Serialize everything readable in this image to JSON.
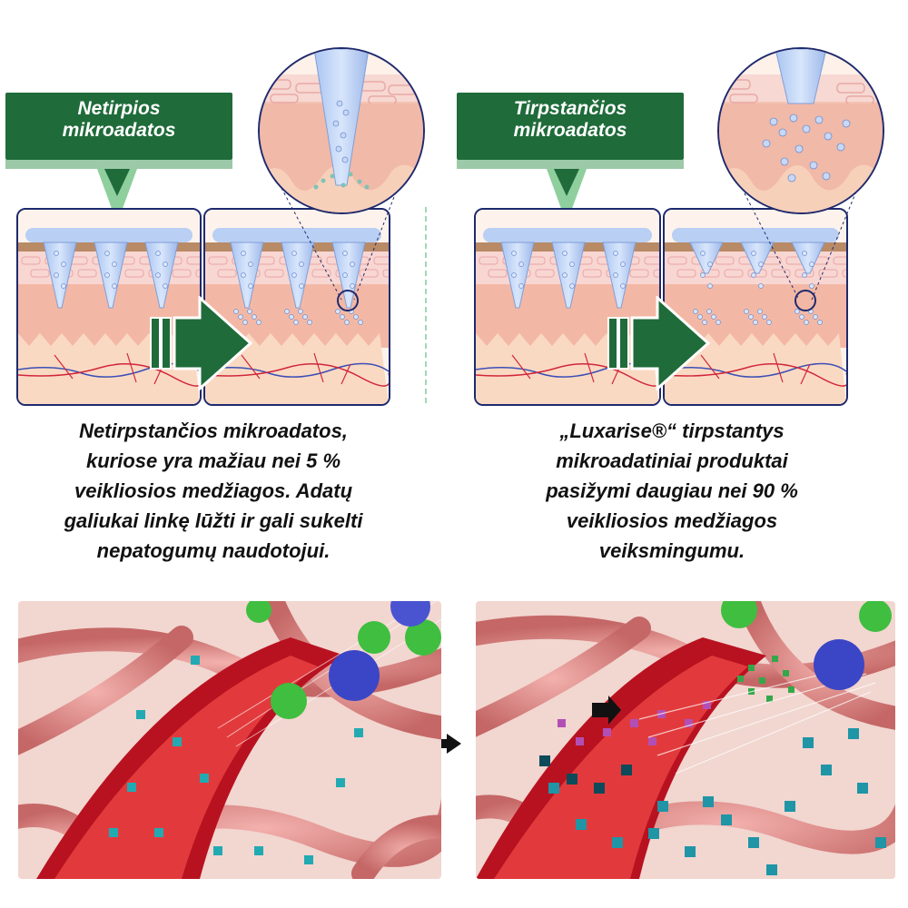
{
  "left": {
    "label": "Netirpios\nmikroadatos",
    "caption": "Netirpstančios mikroadatos,\nkuriose yra mažiau nei 5 %\nveikliosios medžiagos. Adatų\ngaliukai linkę lūžti ir gali sukelti\nnepatogumų naudotojui."
  },
  "right": {
    "label": "Tirpstančios\nmikroadatos",
    "caption": "„Luxarise®“ tirpstantys\nmikroadatiniai produktai\npasižymi daugiau nei 90 %\nveikliosios medžiagos\nveiksmingumu."
  },
  "colors": {
    "label_green": "#1f6b3a",
    "pointer_green": "#8fcf9e",
    "outline_navy": "#1e2a6e",
    "vessel_red": "#d8222e"
  },
  "icons": [
    "right-arrow-icon",
    "microneedle-icon",
    "blood-vessel-icon"
  ]
}
